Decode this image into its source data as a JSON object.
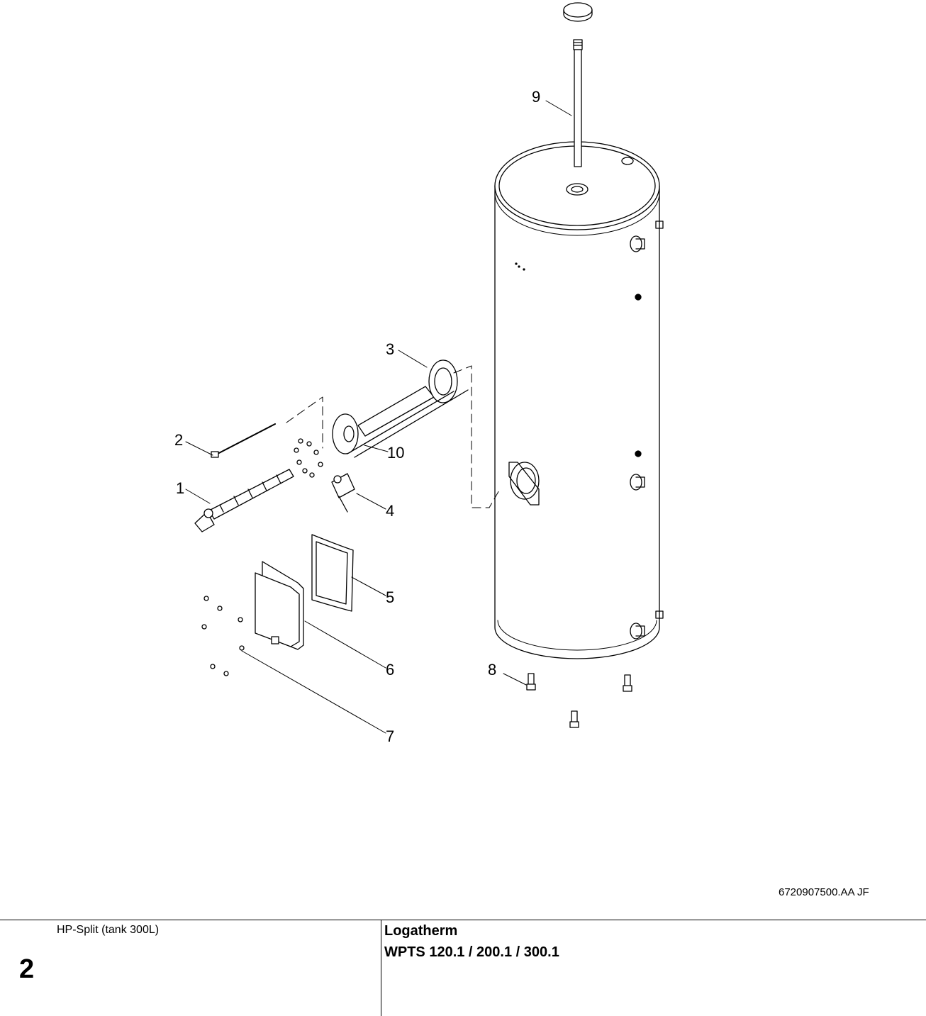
{
  "callouts": [
    "1",
    "2",
    "3",
    "4",
    "5",
    "6",
    "7",
    "8",
    "9",
    "10"
  ],
  "drawing_ref": "6720907500.AA   JF",
  "footer": {
    "section_title": "HP-Split (tank 300L)",
    "page_number": "2",
    "brand": "Logatherm",
    "model": "WPTS 120.1 / 200.1 / 300.1"
  }
}
